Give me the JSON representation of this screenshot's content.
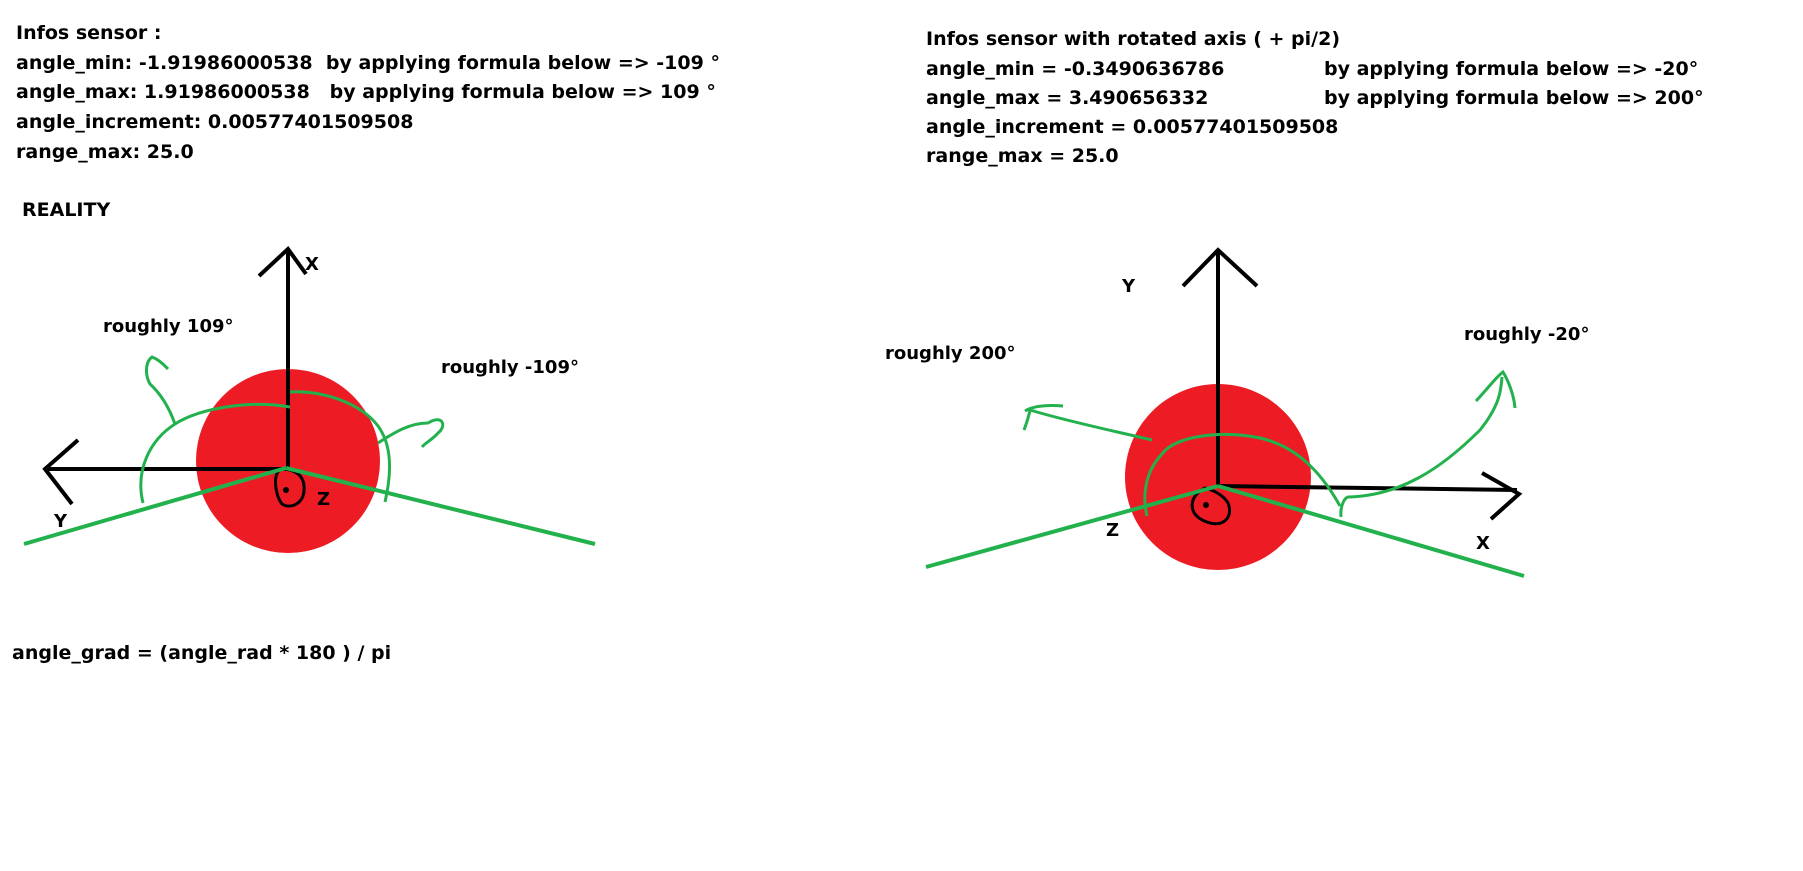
{
  "left_panel": {
    "heading": "Infos sensor :",
    "lines": [
      "angle_min: -1.91986000538  by applying formula below => -109 °",
      "angle_max: 1.91986000538   by applying formula below => 109 °",
      "angle_increment: 0.00577401509508",
      "range_max: 25.0"
    ],
    "reality_label": "REALITY",
    "axis_x": "X",
    "axis_y": "Y",
    "axis_z": "Z",
    "angle_pos_label": "roughly 109°",
    "angle_neg_label": "roughly -109°"
  },
  "right_panel": {
    "heading": "Infos sensor with rotated axis ( + pi/2)",
    "lines": [
      "angle_min = -0.3490636786",
      "angle_max = 3.490656332",
      "angle_increment = 0.00577401509508",
      "range_max = 25.0"
    ],
    "formula_notes": [
      "by applying formula below => -20°",
      "by applying formula below => 200°"
    ],
    "axis_x": "X",
    "axis_y": "Y",
    "axis_z": "Z",
    "angle_pos_label": "roughly 200°",
    "angle_neg_label": "roughly -20°"
  },
  "formula": "angle_grad = (angle_rad * 180 ) / pi",
  "colors": {
    "sensor_body": "#ed1c24",
    "scan_lines": "#22b14c",
    "axes": "#000000"
  }
}
